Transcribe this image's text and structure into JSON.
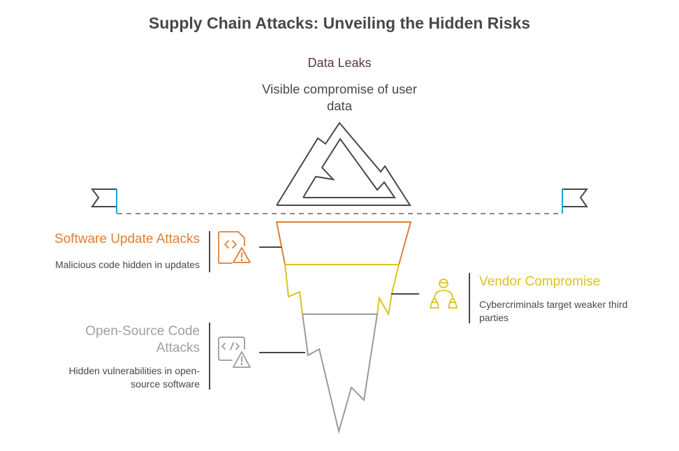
{
  "title": "Supply Chain Attacks: Unveiling the Hidden Risks",
  "top": {
    "heading": "Data Leaks",
    "description": "Visible compromise of user data",
    "icon": "mountain-peak-icon"
  },
  "waterline": {
    "left_icon": "flag-icon",
    "right_icon": "flag-icon",
    "accent_color": "#1aa7d8"
  },
  "layers": [
    {
      "heading": "Software Update Attacks",
      "description": "Malicious code hidden in updates",
      "icon": "file-code-warning-icon",
      "color": "#e07f34",
      "side": "left"
    },
    {
      "heading": "Vendor Compromise",
      "description": "Cybercriminals target weaker third parties",
      "icon": "vendor-hierarchy-icon",
      "color": "#dcc31e",
      "side": "right"
    },
    {
      "heading": "Open-Source Code Attacks",
      "description": "Hidden vulnerabilities in open-source software",
      "icon": "code-window-warning-icon",
      "color": "#9a9a9a",
      "side": "left"
    }
  ]
}
